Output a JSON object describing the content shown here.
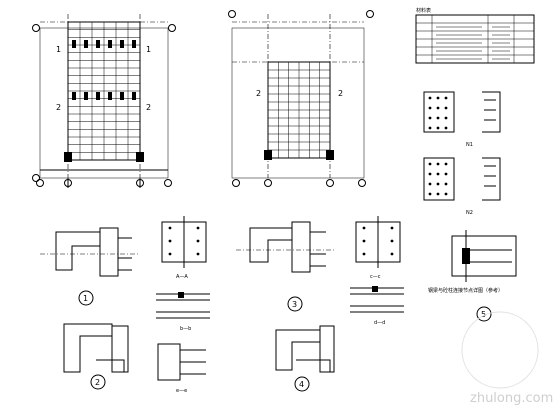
{
  "watermark": "zhulong.com",
  "plan_left": {
    "axis_labels": [
      "1",
      "1",
      "2",
      "2"
    ]
  },
  "plan_right": {
    "axis_labels": [
      "2",
      "2"
    ]
  },
  "table": {
    "title": "材料表"
  },
  "details": {
    "labels": [
      "1",
      "2",
      "3",
      "4",
      "5"
    ],
    "section_labels": [
      "A—A",
      "b—b",
      "c—c",
      "d—d",
      "e—e"
    ],
    "node_labels": [
      "N1",
      "N2"
    ]
  },
  "note_text": "钢梁与砼柱连接节点详图（参考）"
}
